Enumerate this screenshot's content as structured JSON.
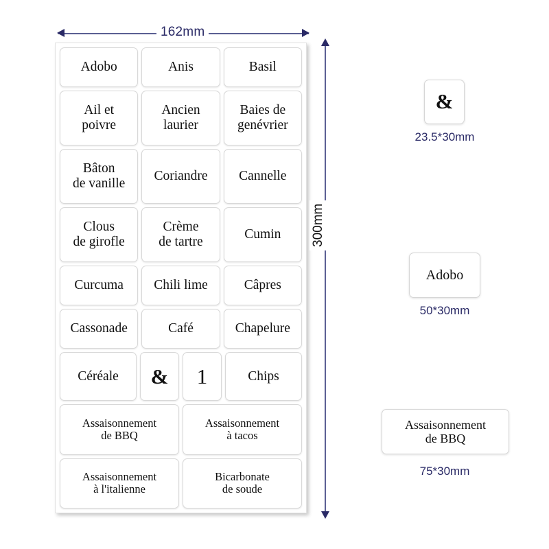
{
  "dimensions": {
    "sheet_width": "162mm",
    "sheet_height": "300mm"
  },
  "sheet": {
    "rows": [
      {
        "cells": [
          {
            "text": "Adobo",
            "size": "std"
          },
          {
            "text": "Anis",
            "size": "std"
          },
          {
            "text": "Basil",
            "size": "std"
          }
        ]
      },
      {
        "cells": [
          {
            "text": "Ail  et\npoivre",
            "size": "std"
          },
          {
            "text": "Ancien\nlaurier",
            "size": "std"
          },
          {
            "text": "Baies de\ngenévrier",
            "size": "std"
          }
        ]
      },
      {
        "cells": [
          {
            "text": "Bâton\nde vanille",
            "size": "std"
          },
          {
            "text": "Coriandre",
            "size": "std"
          },
          {
            "text": "Cannelle",
            "size": "std"
          }
        ]
      },
      {
        "cells": [
          {
            "text": "Clous\nde girofle",
            "size": "std"
          },
          {
            "text": "Crème\nde tartre",
            "size": "std"
          },
          {
            "text": "Cumin",
            "size": "std"
          }
        ]
      },
      {
        "cells": [
          {
            "text": "Curcuma",
            "size": "std"
          },
          {
            "text": "Chili lime",
            "size": "std"
          },
          {
            "text": "Câpres",
            "size": "std"
          }
        ]
      },
      {
        "cells": [
          {
            "text": "Cassonade",
            "size": "std"
          },
          {
            "text": "Café",
            "size": "std"
          },
          {
            "text": "Chapelure",
            "size": "std"
          }
        ]
      },
      {
        "cells": [
          {
            "text": "Céréale",
            "size": "std"
          },
          {
            "text": "&",
            "size": "glyph"
          },
          {
            "text": "1",
            "size": "digit"
          },
          {
            "text": "Chips",
            "size": "std"
          }
        ]
      },
      {
        "cells": [
          {
            "text": "Assaisonnement\nde BBQ",
            "size": "long"
          },
          {
            "text": "Assaisonnement\nà tacos",
            "size": "long"
          }
        ]
      },
      {
        "cells": [
          {
            "text": "Assaisonnement\nà l'italienne",
            "size": "long"
          },
          {
            "text": "Bicarbonate\nde soude",
            "size": "long"
          }
        ]
      }
    ]
  },
  "samples": [
    {
      "label_text": "&",
      "caption": "23.5*30mm"
    },
    {
      "label_text": "Adobo",
      "caption": "50*30mm"
    },
    {
      "label_text": "Assaisonnement\nde BBQ",
      "caption": "75*30mm"
    }
  ],
  "colors": {
    "dimension_blue": "#2a2a66",
    "dimension_line": "#5b5f93",
    "label_text": "#111111",
    "sticker_border": "#d8d8d8",
    "background": "#ffffff"
  }
}
